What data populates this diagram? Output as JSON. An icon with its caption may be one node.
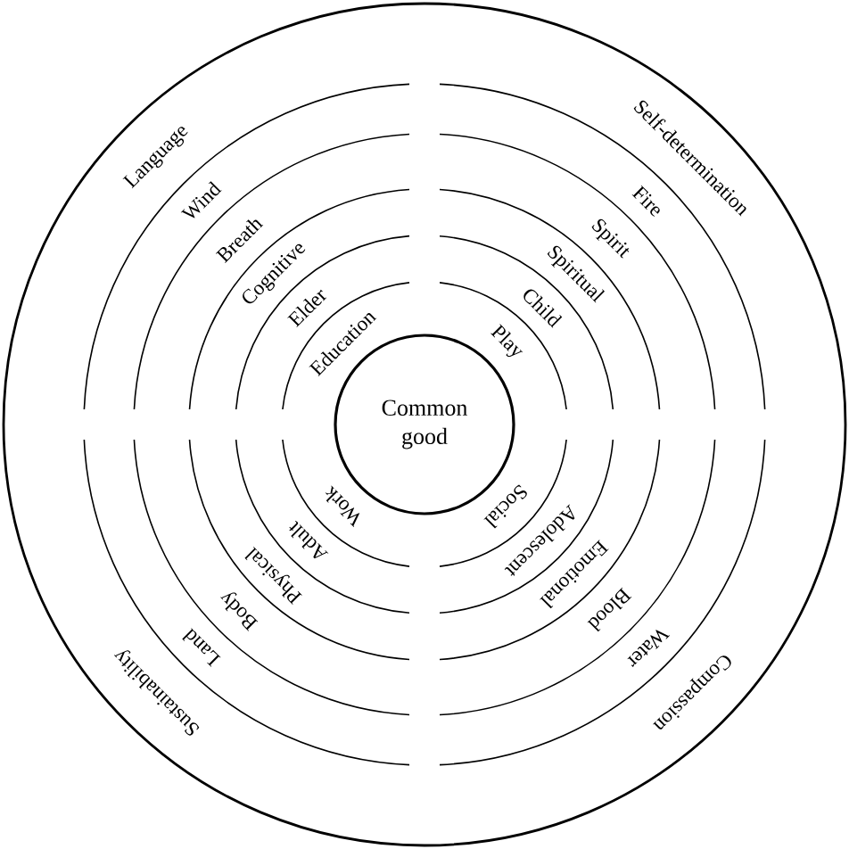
{
  "diagram": {
    "nodes": [
      {
        "text": [
          "Common good"
        ]
      },
      {
        "text": [
          "Language"
        ]
      },
      {
        "text": [
          "Self-determination"
        ]
      },
      {
        "text": [
          "Compassion"
        ]
      },
      {
        "text": [
          "Sustainability"
        ]
      },
      {
        "text": [
          "Wind"
        ]
      },
      {
        "text": [
          "Fire"
        ]
      },
      {
        "text": [
          "Water"
        ]
      },
      {
        "text": [
          "Land"
        ]
      },
      {
        "text": [
          "Breath"
        ]
      },
      {
        "text": [
          "Spirit"
        ]
      },
      {
        "text": [
          "Blood"
        ]
      },
      {
        "text": [
          "Body"
        ]
      },
      {
        "text": [
          "Cognitive"
        ]
      },
      {
        "text": [
          "Spiritual"
        ]
      },
      {
        "text": [
          "Emotional"
        ]
      },
      {
        "text": [
          "Physical"
        ]
      },
      {
        "text": [
          "Elder"
        ]
      },
      {
        "text": [
          "Child"
        ]
      },
      {
        "text": [
          "Adolescent"
        ]
      },
      {
        "text": [
          "Adult"
        ]
      },
      {
        "text": [
          "Education"
        ]
      },
      {
        "text": [
          "Play"
        ]
      },
      {
        "text": [
          "Social"
        ]
      },
      {
        "text": [
          "Work"
        ]
      }
    ]
  }
}
